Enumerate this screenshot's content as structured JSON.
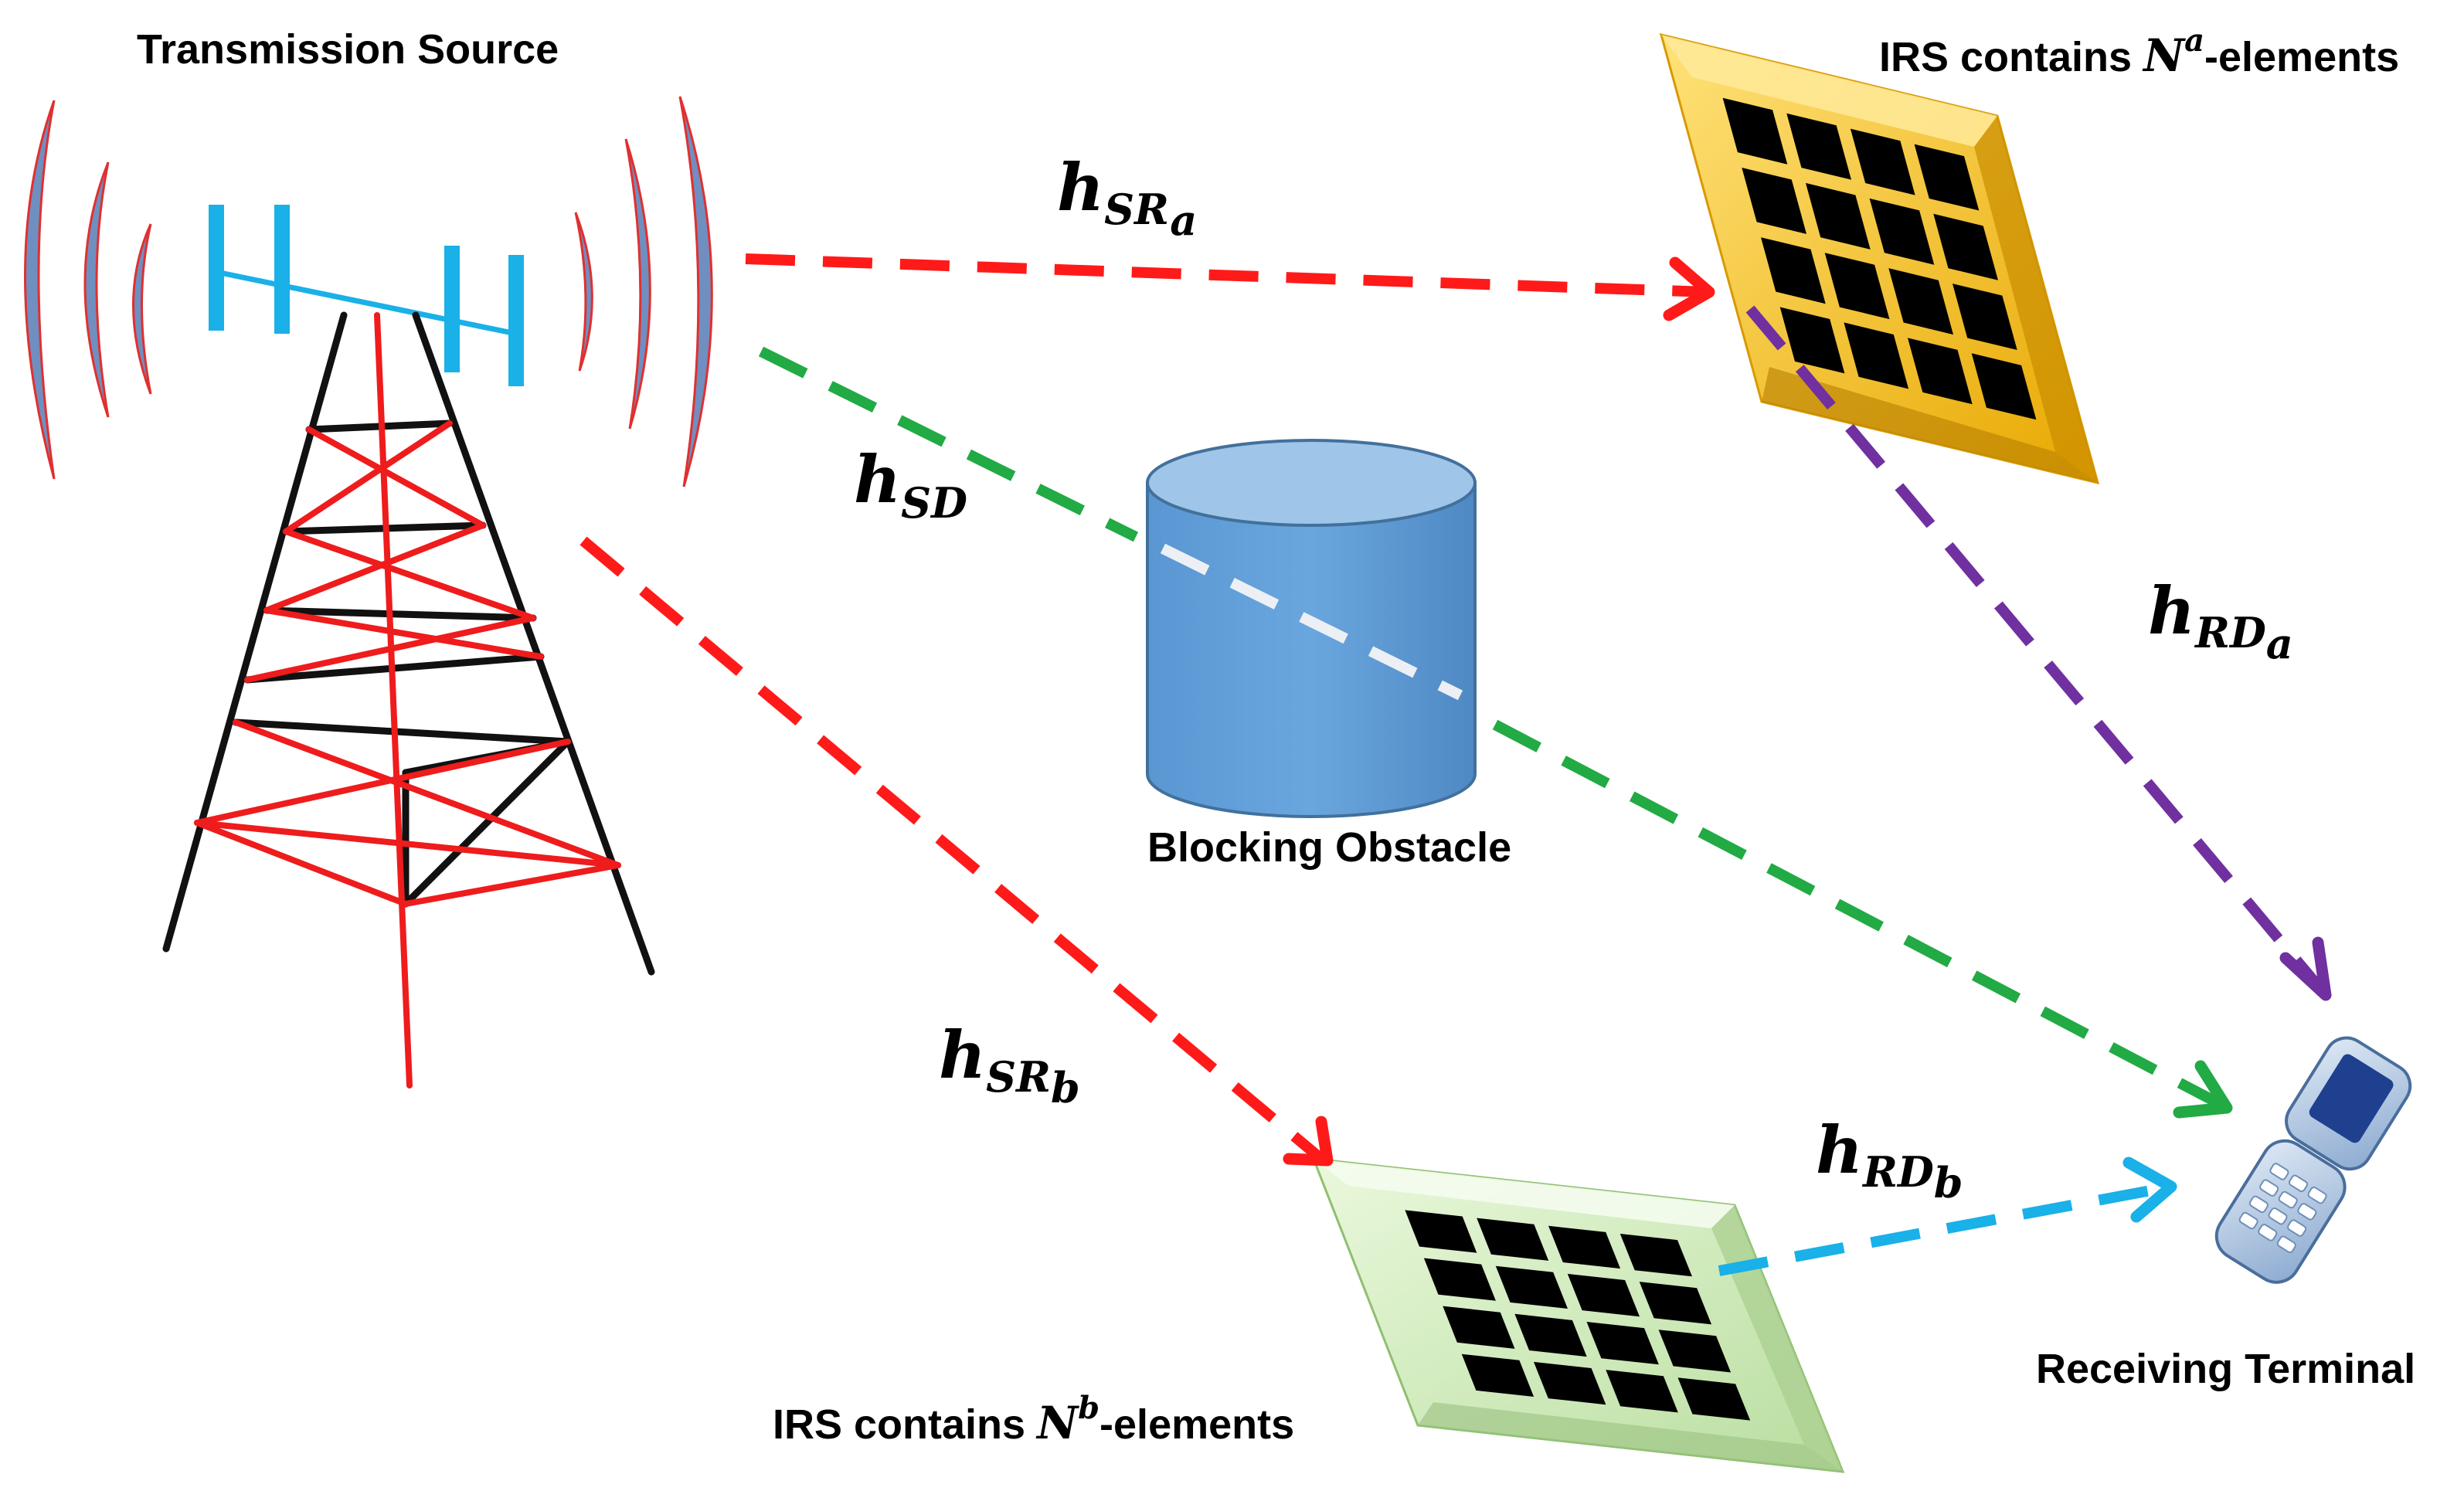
{
  "labels": {
    "source": "Transmission Source",
    "irs_a_prefix": "IRS contains ",
    "irs_a_sym": "N",
    "irs_a_sup": "a",
    "irs_a_suffix": "-elements",
    "irs_b_prefix": "IRS contains ",
    "irs_b_sym": "N",
    "irs_b_sup": "b",
    "irs_b_suffix": "-elements",
    "obstacle": "Blocking Obstacle",
    "terminal": "Receiving Terminal"
  },
  "channels": {
    "h_sr_a": {
      "base": "h",
      "sub": "SR",
      "subsub": "a"
    },
    "h_sd": {
      "base": "h",
      "sub": "SD"
    },
    "h_sr_b": {
      "base": "h",
      "sub": "SR",
      "subsub": "b"
    },
    "h_rd_a": {
      "base": "h",
      "sub": "RD",
      "subsub": "a"
    },
    "h_rd_b": {
      "base": "h",
      "sub": "RD",
      "subsub": "b"
    }
  },
  "colors": {
    "link_source_irs": "#ff1a1a",
    "link_direct": "#22aa44",
    "link_irs_a_terminal": "#7030a0",
    "link_irs_b_terminal": "#1ab0e8",
    "link_blocked": "#ecf0f4",
    "tower_red": "#ee1c1c",
    "tower_black": "#111111",
    "antenna": "#1ab0e8",
    "irs_a_fill": "#ffc000",
    "irs_b_fill": "#d5f0c0",
    "obstacle_fill": "#5b9bd5"
  }
}
